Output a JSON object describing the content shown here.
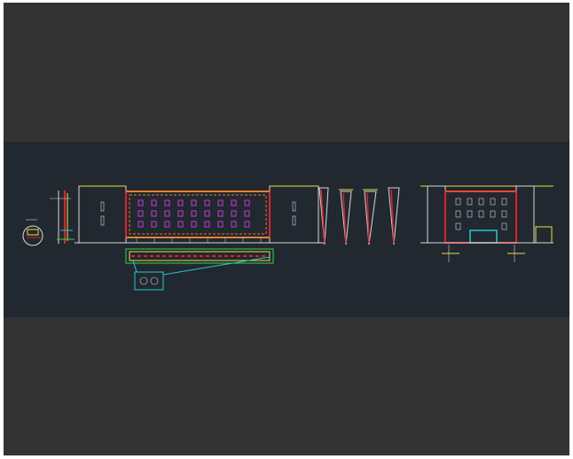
{
  "viewport": {
    "background": "#333333",
    "drawing_background": "#212830"
  },
  "colors": {
    "line_white": "#d8d8d8",
    "line_yellow": "#e8e23a",
    "line_red": "#e0202a",
    "line_magenta": "#c43cd0",
    "line_cyan": "#27c8c8",
    "line_green": "#3ad24a",
    "line_orange": "#e87a20"
  },
  "drawing": {
    "views": [
      "detail-circle-left",
      "section-left",
      "front-elevation",
      "plan-strip",
      "detail-callout",
      "side-sections",
      "side-elevation"
    ]
  }
}
